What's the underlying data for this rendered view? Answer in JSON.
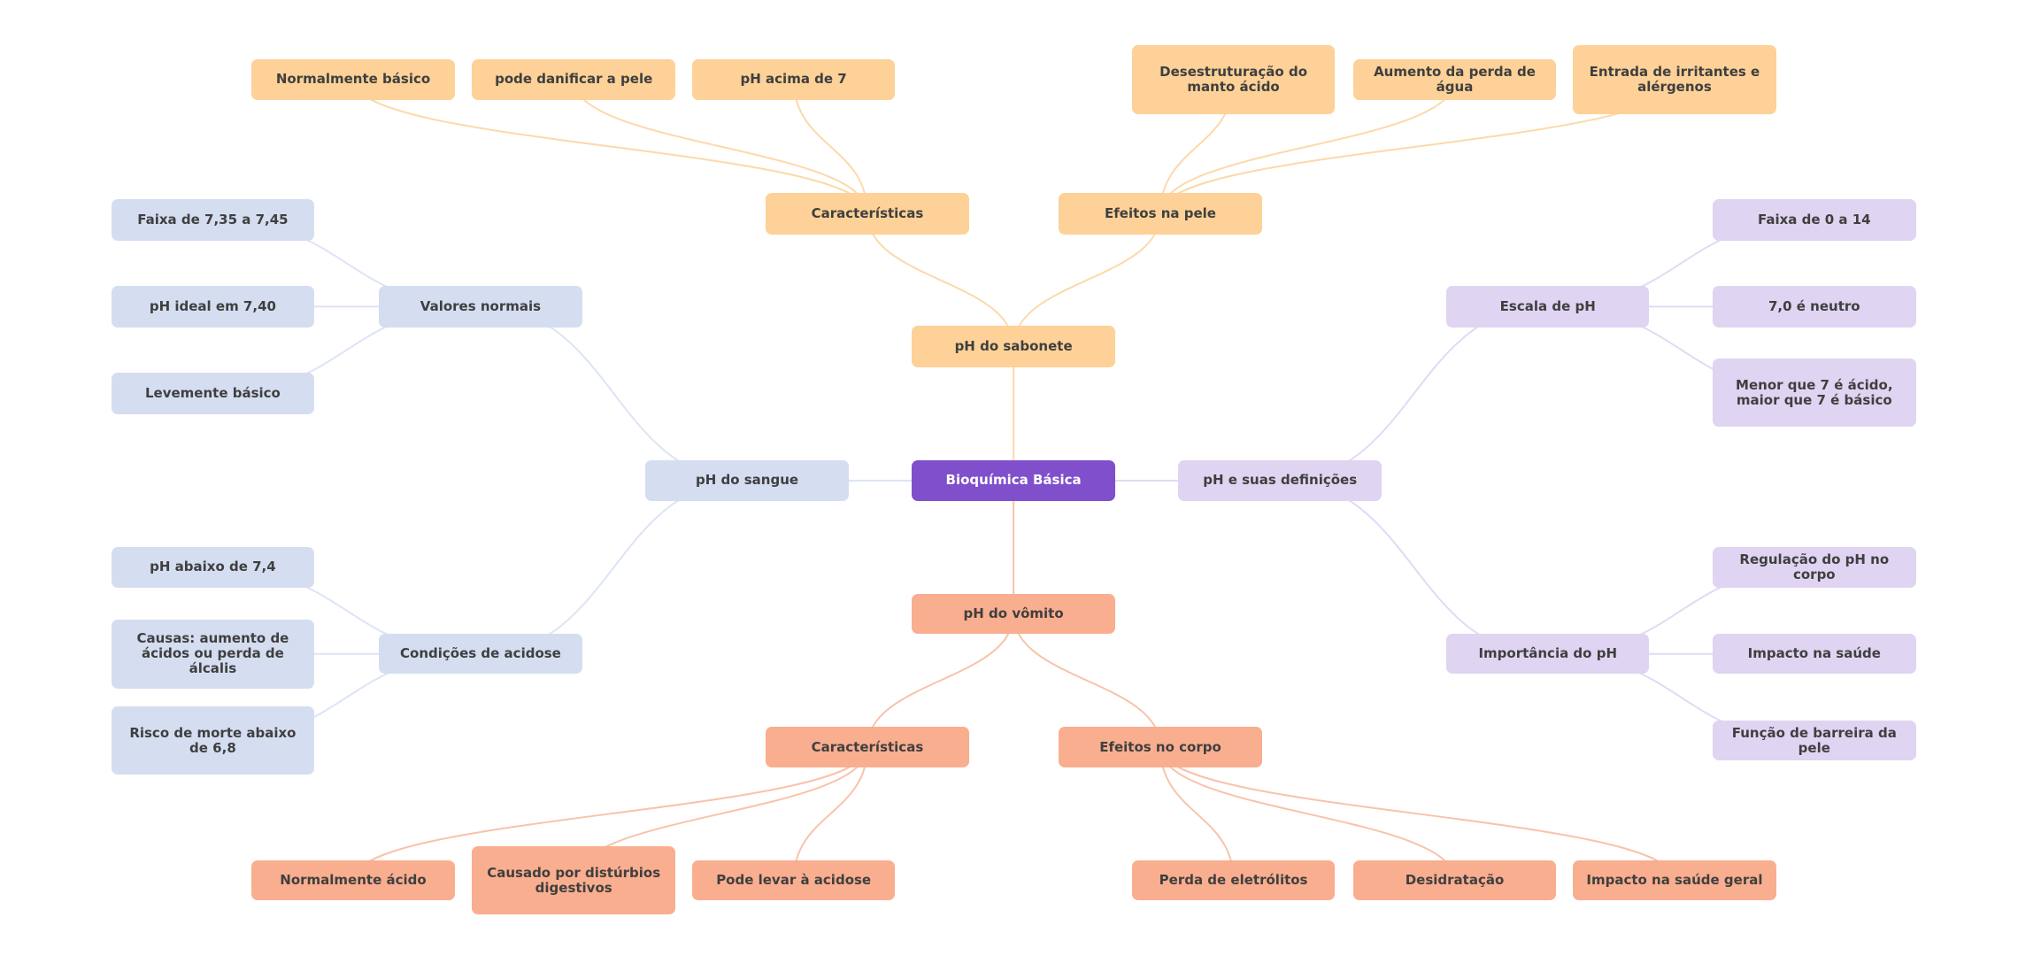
{
  "mindmap": {
    "title": "Bioquímica Básica",
    "colors": {
      "root": "#7f4fcc",
      "soap": "#fdd197",
      "blood": "#d5ddf1",
      "definitions": "#dfd4f1",
      "vomit": "#f9ae8f",
      "soap_link": "#fcd9ab",
      "blood_link": "#dde4f5",
      "definitions_link": "#e2daf4",
      "vomit_link": "#f8c3ab"
    },
    "nodes": [
      {
        "id": "root",
        "label": "Bioquímica Básica",
        "branch": "root",
        "parent": null
      },
      {
        "id": "soap",
        "label": "pH do sabonete",
        "branch": "soap",
        "parent": "root"
      },
      {
        "id": "soap_char",
        "label": "Características",
        "branch": "soap",
        "parent": "soap"
      },
      {
        "id": "soap_char_1",
        "label": "Normalmente básico",
        "branch": "soap",
        "parent": "soap_char"
      },
      {
        "id": "soap_char_2",
        "label": "pode danificar a pele",
        "branch": "soap",
        "parent": "soap_char"
      },
      {
        "id": "soap_char_3",
        "label": "pH acima de 7",
        "branch": "soap",
        "parent": "soap_char"
      },
      {
        "id": "soap_eff",
        "label": "Efeitos na pele",
        "branch": "soap",
        "parent": "soap"
      },
      {
        "id": "soap_eff_1",
        "label": "Desestruturação do manto ácido",
        "branch": "soap",
        "parent": "soap_eff"
      },
      {
        "id": "soap_eff_2",
        "label": "Aumento da perda de água",
        "branch": "soap",
        "parent": "soap_eff"
      },
      {
        "id": "soap_eff_3",
        "label": "Entrada de irritantes e alérgenos",
        "branch": "soap",
        "parent": "soap_eff"
      },
      {
        "id": "blood",
        "label": "pH do sangue",
        "branch": "blood",
        "parent": "root"
      },
      {
        "id": "blood_norm",
        "label": "Valores normais",
        "branch": "blood",
        "parent": "blood"
      },
      {
        "id": "blood_norm_1",
        "label": "Faixa de 7,35 a 7,45",
        "branch": "blood",
        "parent": "blood_norm"
      },
      {
        "id": "blood_norm_2",
        "label": "pH ideal em 7,40",
        "branch": "blood",
        "parent": "blood_norm"
      },
      {
        "id": "blood_norm_3",
        "label": "Levemente básico",
        "branch": "blood",
        "parent": "blood_norm"
      },
      {
        "id": "blood_acid",
        "label": "Condições de acidose",
        "branch": "blood",
        "parent": "blood"
      },
      {
        "id": "blood_acid_1",
        "label": "pH abaixo de 7,4",
        "branch": "blood",
        "parent": "blood_acid"
      },
      {
        "id": "blood_acid_2",
        "label": "Causas: aumento de ácidos ou perda de álcalis",
        "branch": "blood",
        "parent": "blood_acid"
      },
      {
        "id": "blood_acid_3",
        "label": "Risco de morte abaixo de 6,8",
        "branch": "blood",
        "parent": "blood_acid"
      },
      {
        "id": "def",
        "label": "pH e suas definições",
        "branch": "definitions",
        "parent": "root"
      },
      {
        "id": "def_scale",
        "label": "Escala de pH",
        "branch": "definitions",
        "parent": "def"
      },
      {
        "id": "def_scale_1",
        "label": "Faixa de 0 a 14",
        "branch": "definitions",
        "parent": "def_scale"
      },
      {
        "id": "def_scale_2",
        "label": "7,0 é neutro",
        "branch": "definitions",
        "parent": "def_scale"
      },
      {
        "id": "def_scale_3",
        "label": "Menor que 7 é ácido, maior que 7 é básico",
        "branch": "definitions",
        "parent": "def_scale"
      },
      {
        "id": "def_imp",
        "label": "Importância do pH",
        "branch": "definitions",
        "parent": "def"
      },
      {
        "id": "def_imp_1",
        "label": "Regulação do pH no corpo",
        "branch": "definitions",
        "parent": "def_imp"
      },
      {
        "id": "def_imp_2",
        "label": "Impacto na saúde",
        "branch": "definitions",
        "parent": "def_imp"
      },
      {
        "id": "def_imp_3",
        "label": "Função de barreira da pele",
        "branch": "definitions",
        "parent": "def_imp"
      },
      {
        "id": "vomit",
        "label": "pH do vômito",
        "branch": "vomit",
        "parent": "root"
      },
      {
        "id": "vomit_char",
        "label": "Características",
        "branch": "vomit",
        "parent": "vomit"
      },
      {
        "id": "vomit_char_1",
        "label": "Normalmente ácido",
        "branch": "vomit",
        "parent": "vomit_char"
      },
      {
        "id": "vomit_char_2",
        "label": "Causado por distúrbios digestivos",
        "branch": "vomit",
        "parent": "vomit_char"
      },
      {
        "id": "vomit_char_3",
        "label": "Pode levar à acidose",
        "branch": "vomit",
        "parent": "vomit_char"
      },
      {
        "id": "vomit_eff",
        "label": "Efeitos no corpo",
        "branch": "vomit",
        "parent": "vomit"
      },
      {
        "id": "vomit_eff_1",
        "label": "Perda de eletrólitos",
        "branch": "vomit",
        "parent": "vomit_eff"
      },
      {
        "id": "vomit_eff_2",
        "label": "Desidratação",
        "branch": "vomit",
        "parent": "vomit_eff"
      },
      {
        "id": "vomit_eff_3",
        "label": "Impacto na saúde geral",
        "branch": "vomit",
        "parent": "vomit_eff"
      }
    ]
  }
}
